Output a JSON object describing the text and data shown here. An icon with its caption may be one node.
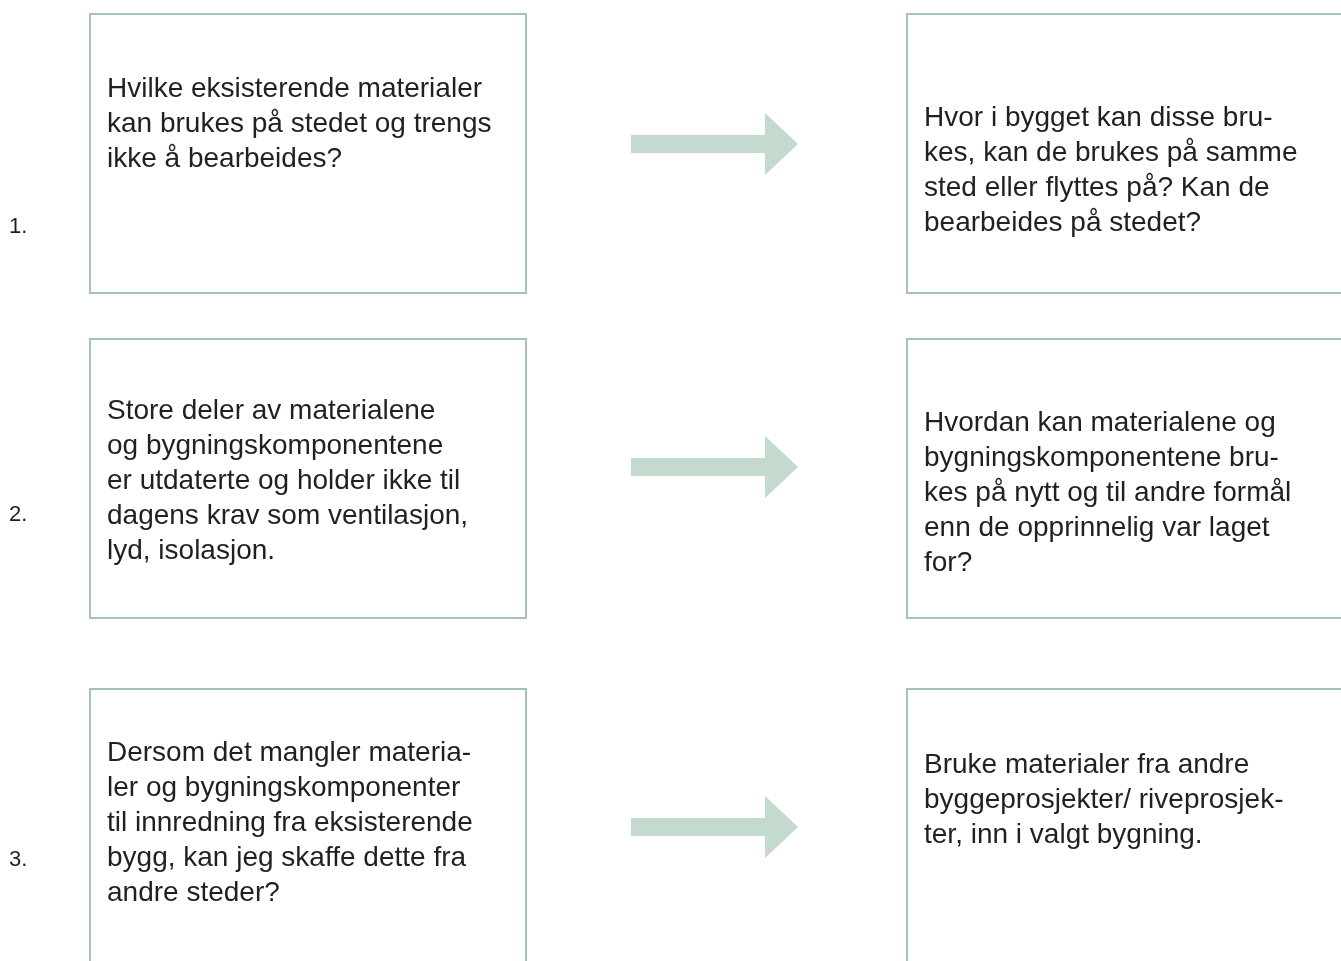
{
  "diagram": {
    "nodes": [
      {
        "text": [
          "Hvilke eksisterende materialer kan brukes på stedet og trengs ikke å bearbeides?"
        ]
      },
      {
        "text": [
          "Hvor i bygget kan disse bru- kes, kan de brukes på samme sted eller flyttes på? Kan de bearbeides på stedet?"
        ]
      },
      {
        "text": [
          "Store deler av materialene og bygningskomponentene er utdaterte og holder ikke til dagens krav som ventilasjon, lyd, isolasjon."
        ]
      },
      {
        "text": [
          "Hvordan kan materialene og bygningskomponentene bru- kes på nytt og til andre formål enn de opprinnelig var laget for?"
        ]
      },
      {
        "text": [
          "Dersom det mangler materia- ler og bygningskomponenter til innredning fra eksisterende bygg, kan jeg skaffe dette fra andre steder?"
        ]
      },
      {
        "text": [
          "Bruke materialer fra andre byggeprosjekter/ riveprosjek- ter, inn i valgt bygning."
        ]
      }
    ],
    "edges": [
      {
        "from": 0,
        "to": 1,
        "arrow": "to"
      },
      {
        "from": 2,
        "to": 3,
        "arrow": "to"
      },
      {
        "from": 4,
        "to": 5,
        "arrow": "to"
      }
    ],
    "labels": [
      "1.",
      "2.",
      "3."
    ]
  }
}
